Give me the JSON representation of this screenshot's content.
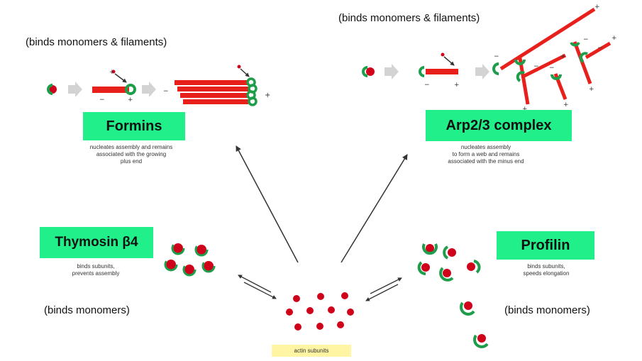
{
  "formins": {
    "note": "(binds monomers & filaments)",
    "name": "Formins",
    "desc_lines": [
      "nucleates assembly and remains",
      "associated with the growing",
      "plus end"
    ]
  },
  "arp23": {
    "note": "(binds monomers & filaments)",
    "name": "Arp2/3 complex",
    "desc_lines": [
      "nucleates assembly",
      "to form a web and remains",
      "associated with the minus end"
    ]
  },
  "thymosin": {
    "note": "(binds monomers)",
    "name": "Thymosin β4",
    "desc_lines": [
      "binds subunits,",
      "prevents assembly"
    ]
  },
  "profilin": {
    "note": "(binds monomers)",
    "name": "Profilin",
    "desc_lines": [
      "binds subunits,",
      "speeds elongation"
    ]
  },
  "actin": {
    "label": "actin subunits"
  },
  "signs": {
    "plus": "+",
    "minus": "−"
  },
  "colors": {
    "actin": "#d0021b",
    "binding_protein": "#1e9e4a",
    "label_box": "#21f08a",
    "actin_label_bg": "#fff5a2"
  }
}
